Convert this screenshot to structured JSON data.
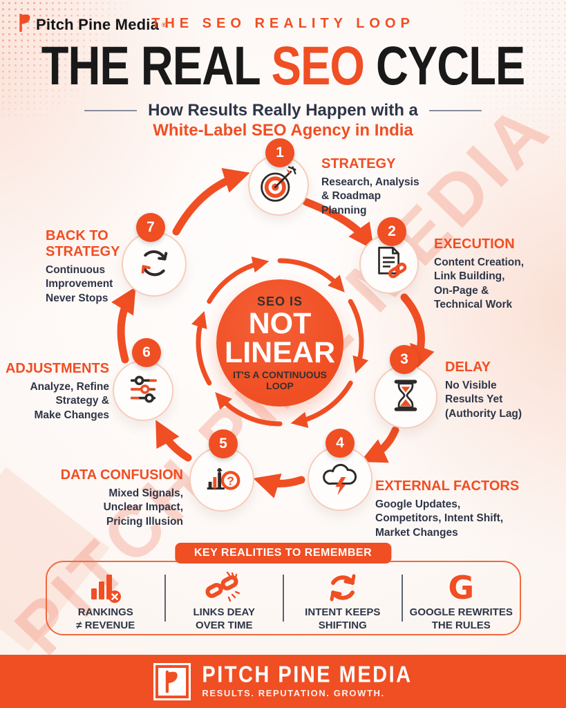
{
  "brand": {
    "logo_text": "Pitch Pine Media",
    "registered_mark": "®"
  },
  "header": {
    "kicker": "THE SEO REALITY LOOP",
    "title_pre": "THE REAL ",
    "title_highlight": "SEO",
    "title_post": " CYCLE",
    "subtitle_line1": "How Results Really Happen with a",
    "subtitle_line2": "White-Label SEO Agency in India"
  },
  "center_circle": {
    "top": "SEO IS",
    "main1": "NOT",
    "main2": "LINEAR",
    "bottom": "IT'S A CONTINUOUS\nLOOP"
  },
  "steps": [
    {
      "number": "1",
      "title": "STRATEGY",
      "description": "Research, Analysis\n& Roadmap\nPlanning",
      "icon": "target-dart-icon"
    },
    {
      "number": "2",
      "title": "EXECUTION",
      "description": "Content Creation,\nLink Building,\nOn-Page &\nTechnical Work",
      "icon": "document-link-icon"
    },
    {
      "number": "3",
      "title": "DELAY",
      "description": "No Visible\nResults Yet\n(Authority Lag)",
      "icon": "hourglass-icon"
    },
    {
      "number": "4",
      "title": "EXTERNAL FACTORS",
      "description": "Google Updates,\nCompetitors, Intent Shift,\nMarket Changes",
      "icon": "storm-cloud-icon"
    },
    {
      "number": "5",
      "title": "DATA CONFUSION",
      "description": "Mixed Signals,\nUnclear Impact,\nPricing Illusion",
      "icon": "chart-question-icon"
    },
    {
      "number": "6",
      "title": "ADJUSTMENTS",
      "description": "Analyze, Refine\nStrategy &\nMake Changes",
      "icon": "sliders-icon"
    },
    {
      "number": "7",
      "title": "BACK TO\nSTRATEGY",
      "description": "Continuous\nImprovement\nNever Stops",
      "icon": "cycle-arrows-icon"
    }
  ],
  "key_realities": {
    "heading": "KEY REALITIES TO REMEMBER",
    "items": [
      {
        "label": "RANKINGS\n≠ REVENUE",
        "icon": "bar-chart-x-icon"
      },
      {
        "label": "LINKS DEAY\nOVER TIME",
        "icon": "broken-link-icon"
      },
      {
        "label": "INTENT KEEPS\nSHIFTING",
        "icon": "refresh-arrows-icon"
      },
      {
        "label": "GOOGLE REWRITES\nTHE RULES",
        "icon": "google-g-icon",
        "glyph": "G"
      }
    ]
  },
  "footer": {
    "brand": "PITCH PINE MEDIA",
    "tagline": "RESULTS. REPUTATION. GROWTH."
  },
  "watermark_text": "PITCH PINE MEDIA",
  "colors": {
    "accent": "#F04E23",
    "dark_text": "#2E3547",
    "watermark": "rgba(241,115,85,0.28)",
    "node_border": "#F6CDBB",
    "footer_bg": "#F04E23"
  }
}
